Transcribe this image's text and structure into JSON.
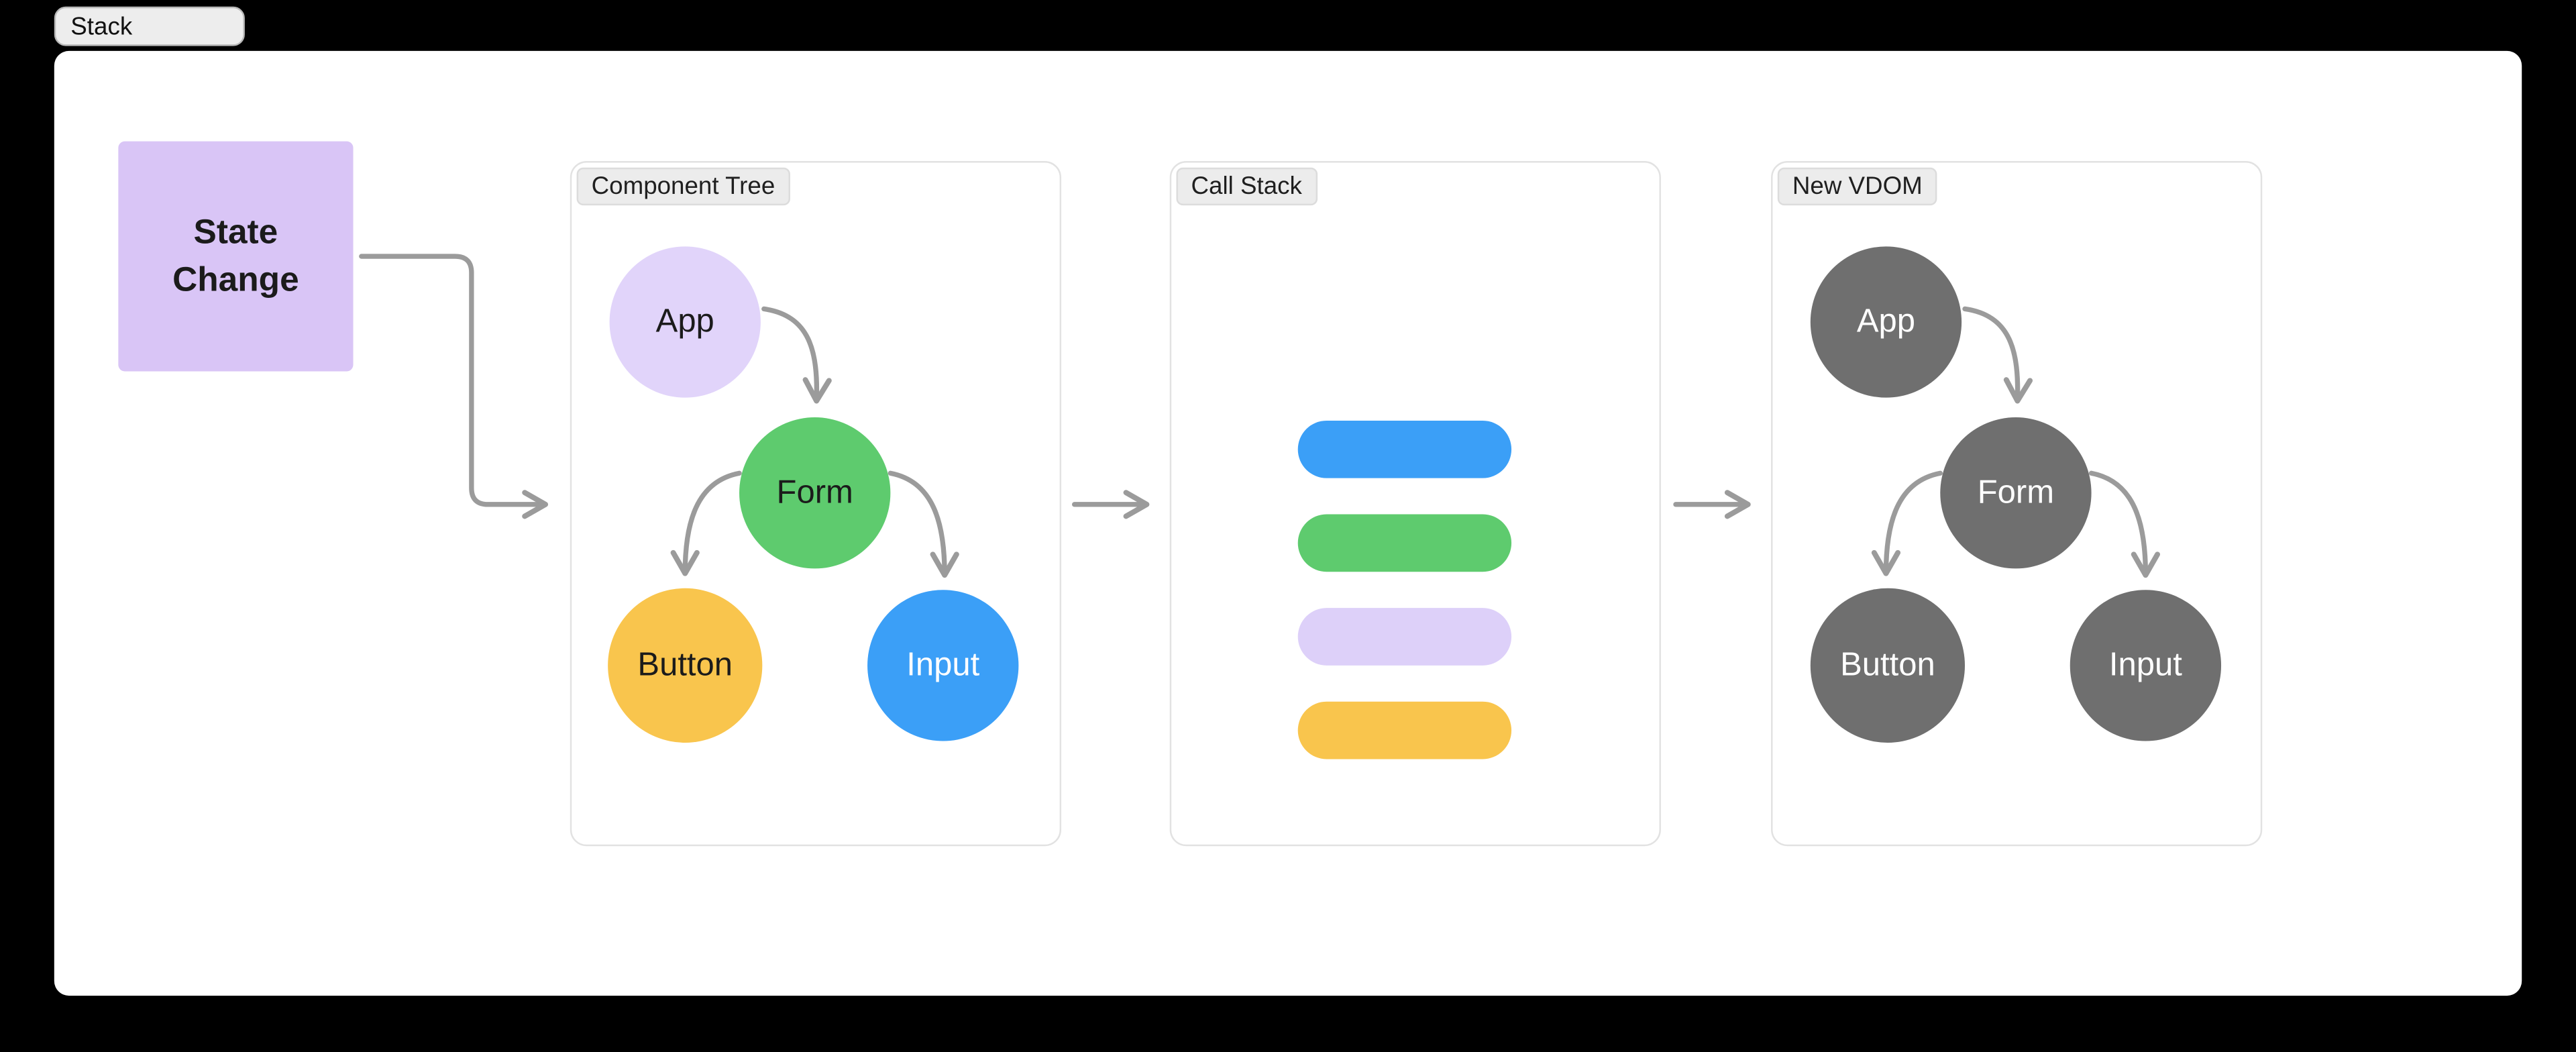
{
  "window": {
    "tab_label": "Stack"
  },
  "colors": {
    "background": "#000000",
    "canvas": "#ffffff",
    "arrow": "#9b9b9b",
    "lavender_box": "#d9c5f6",
    "lavender_node": "#e1d4fa",
    "green": "#5ecb6e",
    "yellow": "#f9c54d",
    "blue": "#3b9ff7",
    "gray_node": "#6f6f6f",
    "frame_label_bg": "#ececec"
  },
  "diagram": {
    "state_change": {
      "label": "State Change"
    },
    "component_tree": {
      "title": "Component Tree",
      "nodes": {
        "app": "App",
        "form": "Form",
        "button": "Button",
        "input": "Input"
      }
    },
    "call_stack": {
      "title": "Call Stack",
      "bars": [
        {
          "color_name": "blue",
          "hex": "#3b9ff7"
        },
        {
          "color_name": "green",
          "hex": "#5ecb6e"
        },
        {
          "color_name": "lavender",
          "hex": "#ddd0f9"
        },
        {
          "color_name": "yellow",
          "hex": "#f9c54d"
        }
      ]
    },
    "new_vdom": {
      "title": "New VDOM",
      "nodes": {
        "app": "App",
        "form": "Form",
        "button": "Button",
        "input": "Input"
      }
    }
  }
}
